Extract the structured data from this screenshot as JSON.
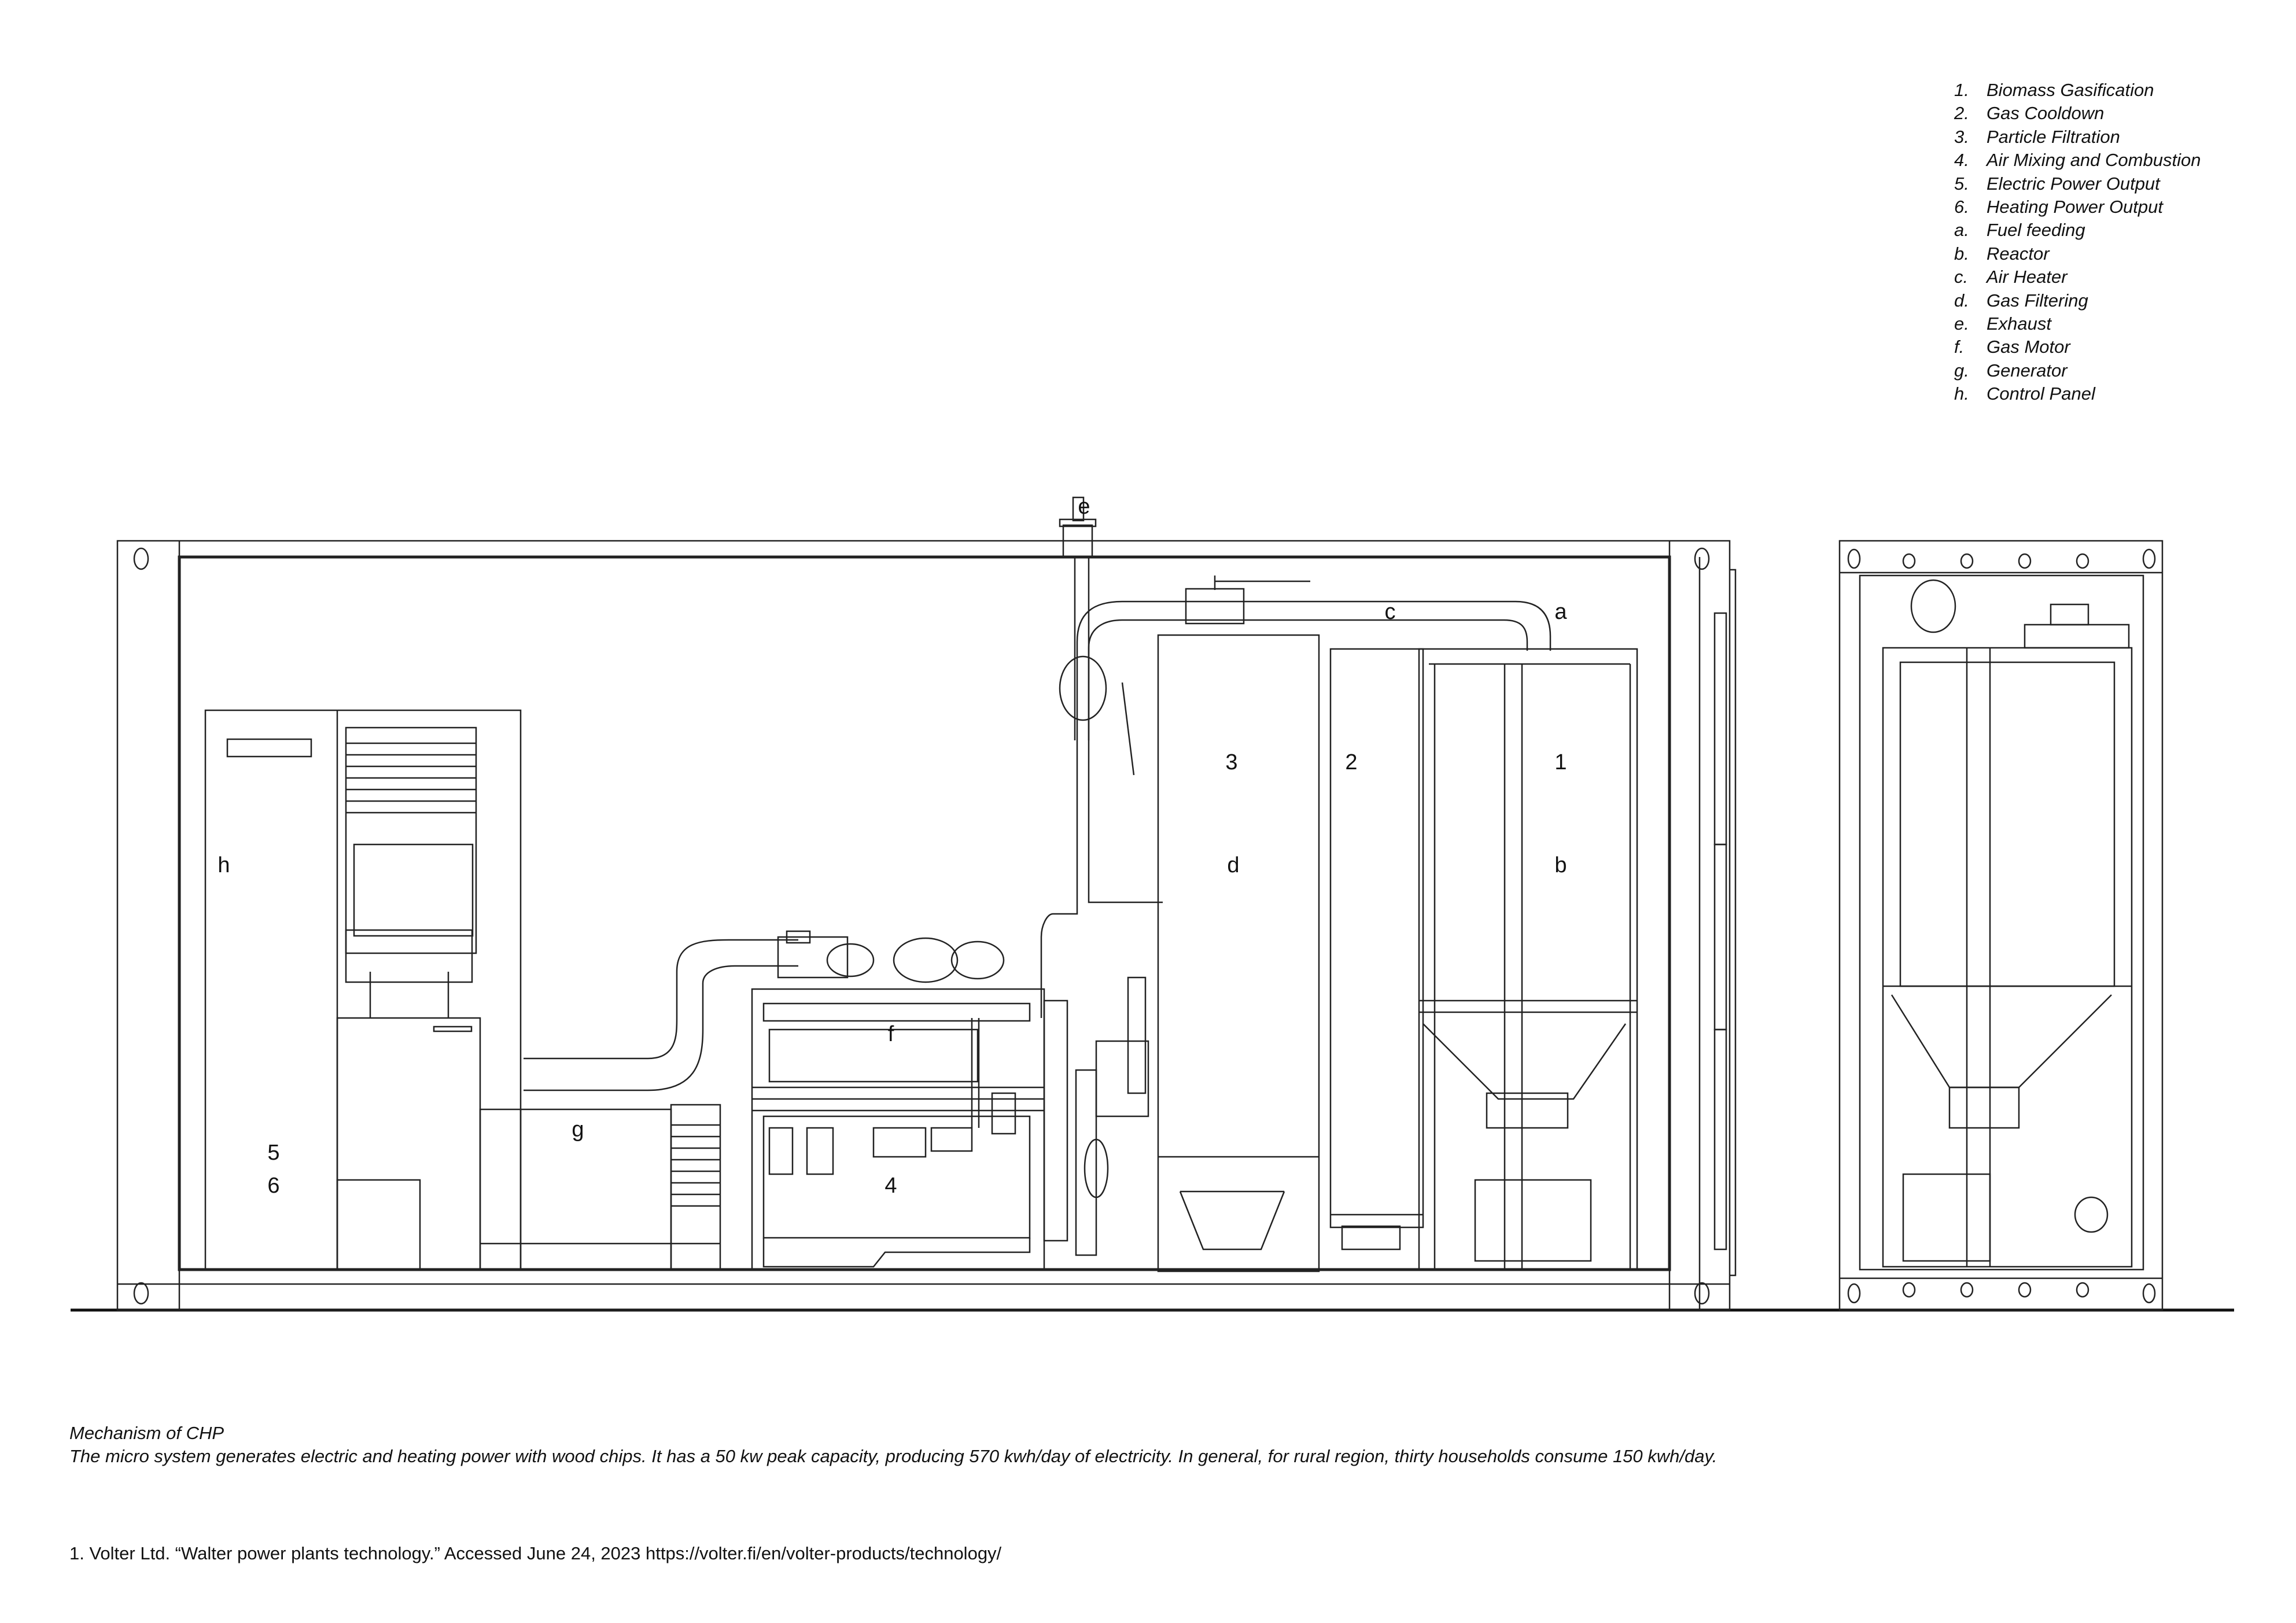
{
  "legend": [
    {
      "key": "1.",
      "text": "Biomass Gasification"
    },
    {
      "key": "2.",
      "text": "Gas Cooldown"
    },
    {
      "key": "3.",
      "text": "Particle Filtration"
    },
    {
      "key": "4.",
      "text": "Air Mixing and Combustion"
    },
    {
      "key": "5.",
      "text": "Electric Power Output"
    },
    {
      "key": "6.",
      "text": "Heating Power Output"
    },
    {
      "key": "a.",
      "text": "Fuel feeding"
    },
    {
      "key": "b.",
      "text": "Reactor"
    },
    {
      "key": "c.",
      "text": "Air Heater"
    },
    {
      "key": "d.",
      "text": "Gas Filtering"
    },
    {
      "key": "e.",
      "text": "Exhaust"
    },
    {
      "key": "f.",
      "text": "Gas Motor"
    },
    {
      "key": "g.",
      "text": "Generator"
    },
    {
      "key": "h.",
      "text": "Control Panel"
    }
  ],
  "labels": {
    "e": "e",
    "a": "a",
    "c": "c",
    "n3": "3",
    "n2": "2",
    "n1": "1",
    "d": "d",
    "b": "b",
    "h": "h",
    "f": "f",
    "g": "g",
    "n5": "5",
    "n6": "6",
    "n4": "4"
  },
  "caption": {
    "title": "Mechanism of CHP",
    "text": "The micro system generates electric and heating power with wood chips. It has a 50 kw peak capacity, producing 570 kwh/day of electricity. In general, for rural region, thirty households consume 150 kwh/day."
  },
  "footnote": "1. Volter Ltd. “Walter power plants technology.” Accessed June 24, 2023 https://volter.fi/en/volter-products/technology/"
}
